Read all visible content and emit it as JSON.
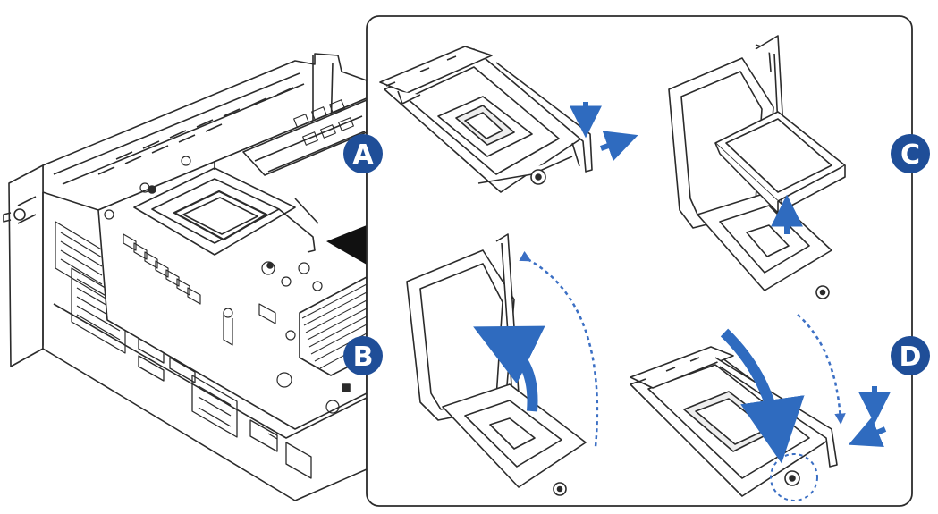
{
  "steps": [
    {
      "id": "A",
      "color": "#1f4e98"
    },
    {
      "id": "B",
      "color": "#1f4e98"
    },
    {
      "id": "C",
      "color": "#1f4e98"
    },
    {
      "id": "D",
      "color": "#1f4e98"
    }
  ],
  "colors": {
    "line": "#2b2b2b",
    "arrow": "#2f6bbf",
    "dashed_arrow": "#3b6fc4",
    "callout_wedge": "#111111"
  },
  "icons": [
    "chassis-illustration",
    "cpu-socket-icon",
    "cpu-chip-icon",
    "screw-icon",
    "push-arrow-icon",
    "curved-arrow-icon",
    "dashed-arc-icon"
  ]
}
